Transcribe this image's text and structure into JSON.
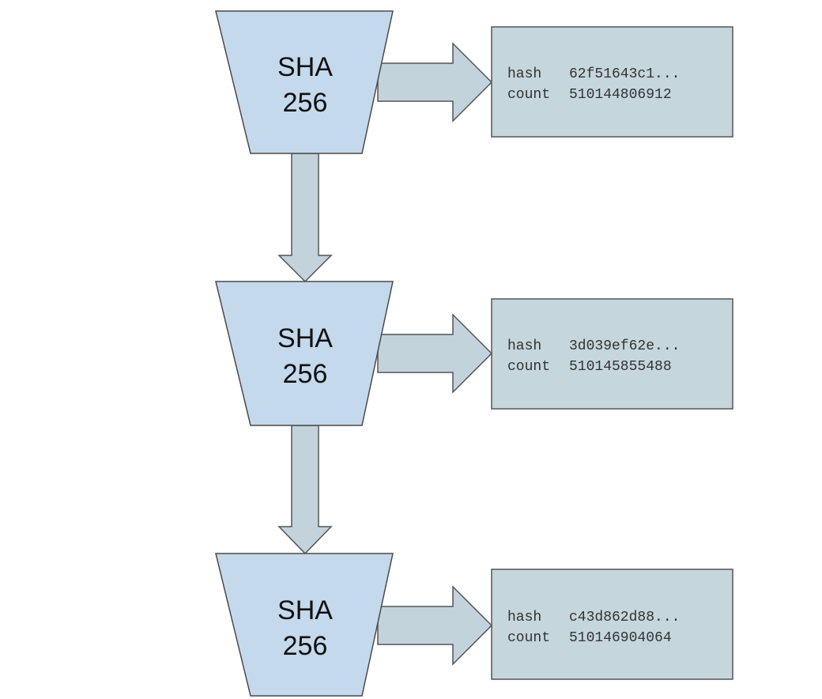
{
  "stages": [
    {
      "line1": "SHA",
      "line2": "256",
      "output": {
        "key1": "hash",
        "val1": "62f51643c1...",
        "key2": "count",
        "val2": "510144806912"
      }
    },
    {
      "line1": "SHA",
      "line2": "256",
      "output": {
        "key1": "hash",
        "val1": "3d039ef62e...",
        "key2": "count",
        "val2": "510145855488"
      }
    },
    {
      "line1": "SHA",
      "line2": "256",
      "output": {
        "key1": "hash",
        "val1": "c43d862d88...",
        "key2": "count",
        "val2": "510146904064"
      }
    }
  ],
  "colors": {
    "funnel_fill": "#c5d9ec",
    "arrow_fill": "#c3d3dc",
    "output_fill": "#c5d6dc"
  }
}
